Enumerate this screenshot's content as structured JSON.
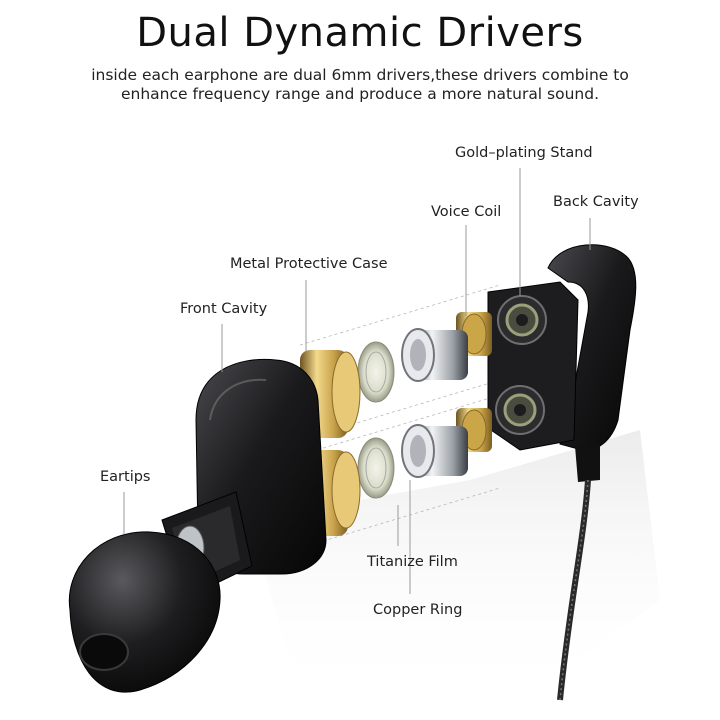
{
  "title": "Dual Dynamic Drivers",
  "subtitle": {
    "line1": "inside each earphone are dual 6mm drivers,these drivers combine to",
    "line2": "enhance frequency  range and produce a more natural sound."
  },
  "labels": {
    "gold_plating_stand": "Gold–plating Stand",
    "voice_coil": "Voice Coil",
    "back_cavity": "Back Cavity",
    "metal_protective_case": "Metal Protective Case",
    "front_cavity": "Front  Cavity",
    "eartips": "Eartips",
    "titanize_film": "Titanize Film",
    "copper_ring": "Copper Ring"
  },
  "colors": {
    "shell": "#1b1b1d",
    "gold": "#c9a24a",
    "silver": "#9aa0a6",
    "callout": "#9a9a9a"
  }
}
